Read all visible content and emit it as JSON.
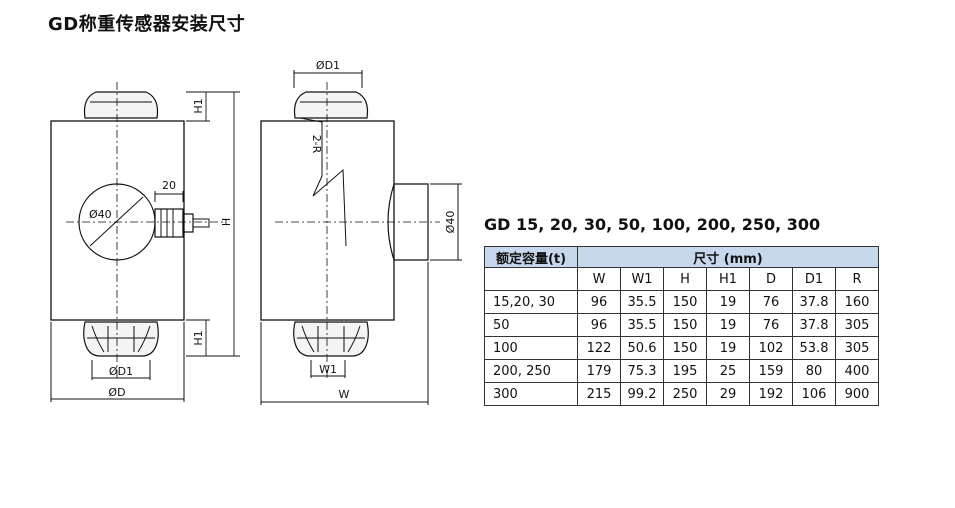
{
  "page_title": "GD称重传感器安装尺寸",
  "model_heading": "GD 15, 20, 30, 50, 100, 200, 250, 300",
  "drawing_labels": {
    "h1_top": "H1",
    "h1_bottom": "H1",
    "h": "H",
    "d40_circle": "Ø40",
    "dim_20": "20",
    "d1_bottom": "ØD1",
    "d_bottom": "ØD",
    "d1_top": "ØD1",
    "two_r": "2-R",
    "d40_side": "Ø40",
    "w1": "W1",
    "w": "W"
  },
  "table": {
    "capacity_header": "额定容量(t)",
    "dimension_header": "尺寸 (mm)",
    "columns": [
      "W",
      "W1",
      "H",
      "H1",
      "D",
      "D1",
      "R"
    ],
    "rows": [
      {
        "capacity": "15,20, 30",
        "values": [
          "96",
          "35.5",
          "150",
          "19",
          "76",
          "37.8",
          "160"
        ]
      },
      {
        "capacity": "50",
        "values": [
          "96",
          "35.5",
          "150",
          "19",
          "76",
          "37.8",
          "305"
        ]
      },
      {
        "capacity": "100",
        "values": [
          "122",
          "50.6",
          "150",
          "19",
          "102",
          "53.8",
          "305"
        ]
      },
      {
        "capacity": "200, 250",
        "values": [
          "179",
          "75.3",
          "195",
          "25",
          "159",
          "80",
          "400"
        ]
      },
      {
        "capacity": "300",
        "values": [
          "215",
          "99.2",
          "250",
          "29",
          "192",
          "106",
          "900"
        ]
      }
    ]
  }
}
